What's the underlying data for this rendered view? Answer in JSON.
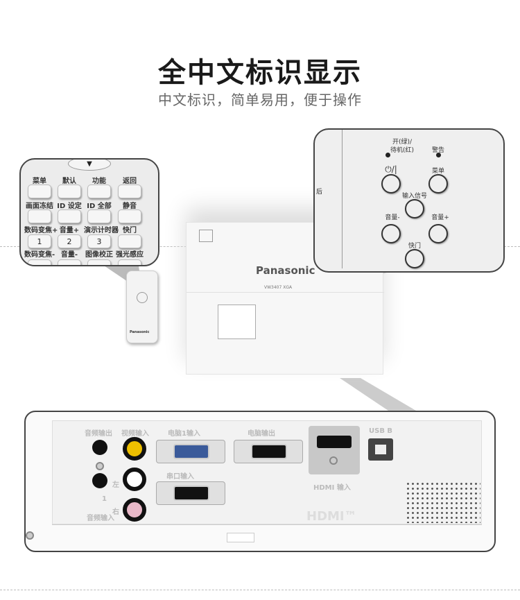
{
  "header": {
    "title": "全中文标识显示",
    "subtitle": "中文标识，简单易用，便于操作"
  },
  "remote": {
    "labels": [
      "菜单",
      "默认",
      "功能",
      "返回",
      "画面冻结",
      "ID 设定",
      "ID 全部",
      "静音",
      "数码变焦+",
      "音量+",
      "演示计时器",
      "快门",
      "数码变焦-",
      "音量-",
      "图像校正",
      "强光感应"
    ],
    "numbers": [
      "1",
      "2",
      "3"
    ],
    "brand": "Panasonic"
  },
  "projector": {
    "brand": "Panasonic",
    "model": "VW3407 XGA"
  },
  "control_panel": {
    "power_led": "开(绿)/",
    "standby_led": "待机(红)",
    "warning_led": "警告",
    "power": "⏻/|",
    "menu": "菜单",
    "input": "输入信号",
    "vol_down": "音量-",
    "vol_up": "音量+",
    "shutter": "快门",
    "side_text": "后"
  },
  "rear_panel": {
    "audio_out": "音频输出",
    "video_in": "视频输入",
    "pc1_in": "电脑1输入",
    "pc_out": "电脑输出",
    "serial_in": "串口输入",
    "hdmi_in": "HDMI 输入",
    "usb": "USB B",
    "audio_in": "音频输入",
    "left": "左",
    "right": "右",
    "one": "1",
    "hdmi_logo": "HDMI™"
  }
}
